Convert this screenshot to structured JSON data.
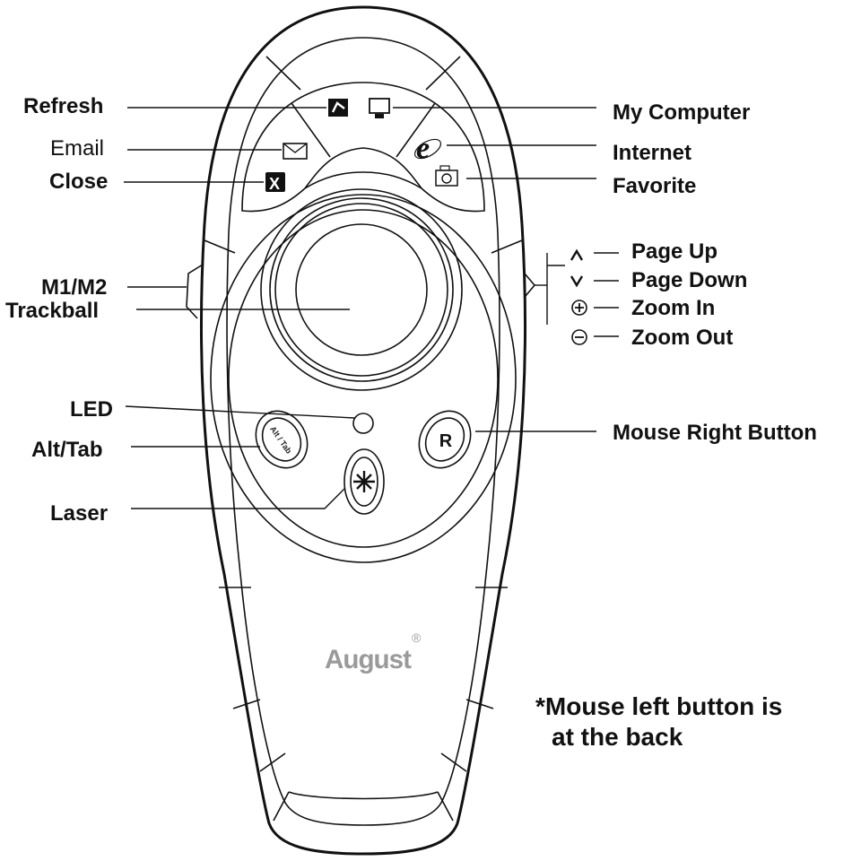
{
  "diagram": {
    "left_labels": {
      "refresh": "Refresh",
      "email": "Email",
      "close": "Close",
      "m1m2": "M1/M2",
      "trackball": "Trackball",
      "led": "LED",
      "alttab": "Alt/Tab",
      "laser": "Laser"
    },
    "right_labels": {
      "my_computer": "My Computer",
      "internet": "Internet",
      "favorite": "Favorite",
      "page_up": "Page Up",
      "page_down": "Page Down",
      "zoom_in": "Zoom In",
      "zoom_out": "Zoom Out",
      "mouse_right": "Mouse Right Button"
    },
    "device": {
      "brand": "August",
      "brand_mark": "®",
      "alttab_button": "Alt / Tab",
      "right_button": "R",
      "close_button": "X"
    },
    "note": {
      "line1": "*Mouse left button is",
      "line2": "at the back"
    },
    "icons": [
      "refresh-icon",
      "my-computer-icon",
      "email-icon",
      "internet-icon",
      "close-icon",
      "favorite-icon",
      "page-up-icon",
      "page-down-icon",
      "zoom-in-icon",
      "zoom-out-icon",
      "laser-icon"
    ]
  }
}
